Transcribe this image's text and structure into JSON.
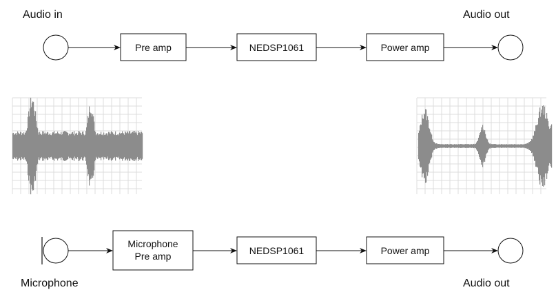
{
  "top_chain": {
    "input_label": "Audio in",
    "output_label": "Audio out",
    "blocks": [
      "Pre amp",
      "NEDSP1061",
      "Power amp"
    ]
  },
  "bottom_chain": {
    "input_label": "Microphone",
    "output_label": "Audio out",
    "blocks": [
      "Microphone",
      "Pre amp",
      "NEDSP1061",
      "Power amp"
    ]
  },
  "colors": {
    "line": "#111111",
    "waveform": "#8c8c8c",
    "grid": "#dcdcdc"
  }
}
